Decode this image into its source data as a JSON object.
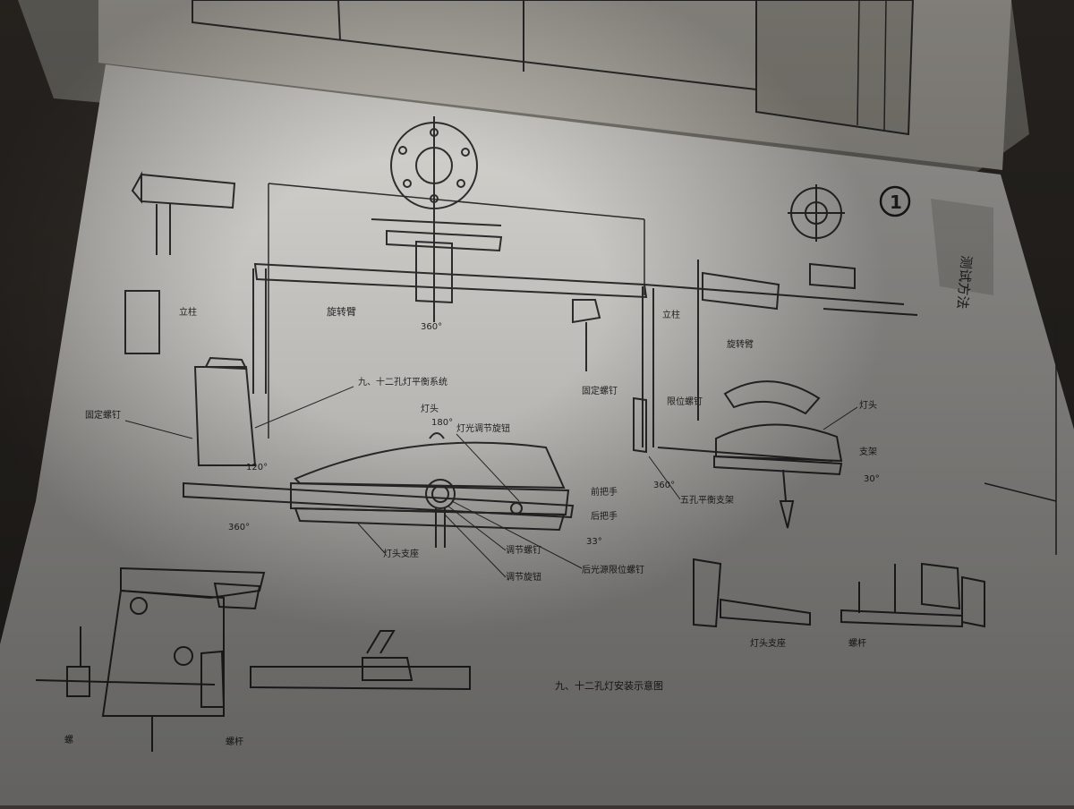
{
  "diagram": {
    "heading": "九、十二孔灯安装示意图",
    "page_number": "1",
    "side_title": "测试方法",
    "top_labels": {
      "arm": "旋转臂",
      "rotation_top": "360°",
      "upright_left": "立柱",
      "upright_right": "立柱",
      "system_label": "九、十二孔灯平衡系统",
      "lamp_head": "灯头",
      "angle_180": "180°",
      "light_adjust_knob": "灯光调节旋钮",
      "angle_120": "120°",
      "lock_screw_left": "固定螺钉",
      "rotation_left": "360°",
      "handle_front": "前把手",
      "handle_rear": "后把手",
      "angle_33": "33°",
      "lamp_support": "灯头支座",
      "adjust_screw": "调节螺钉",
      "adjust_knob": "调节旋钮",
      "limit_screw": "后光源限位螺钉",
      "lock_screw_right": "固定螺钉",
      "limit_right": "限位螺钉",
      "balance_frame": "五孔平衡支架",
      "rotation_right": "360°",
      "lamp_right": "灯头",
      "angle_right": "30°",
      "support_right": "支架",
      "rotation_arm_right": "旋转臂",
      "lamp_holder_right": "灯头支座",
      "screw_right": "螺杆",
      "screw_bottom": "螺杆",
      "nut_bottom": "螺"
    }
  }
}
